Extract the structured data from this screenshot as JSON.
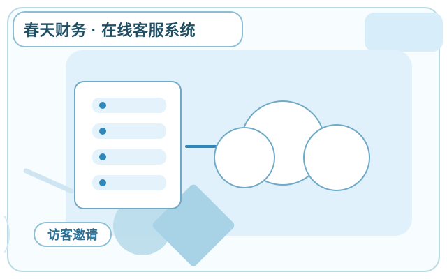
{
  "header": {
    "title": "春天财务 · 在线客服系统"
  },
  "actions": {
    "invite_label": "访客邀请"
  },
  "colors": {
    "ink": "#1f4e63",
    "accent": "#2f86b9",
    "panel": "#e1f1fb",
    "frame": "#b9d9e5"
  },
  "icons": {
    "list_bullets": "bullet-dot",
    "cloud": "cloud-icon"
  }
}
